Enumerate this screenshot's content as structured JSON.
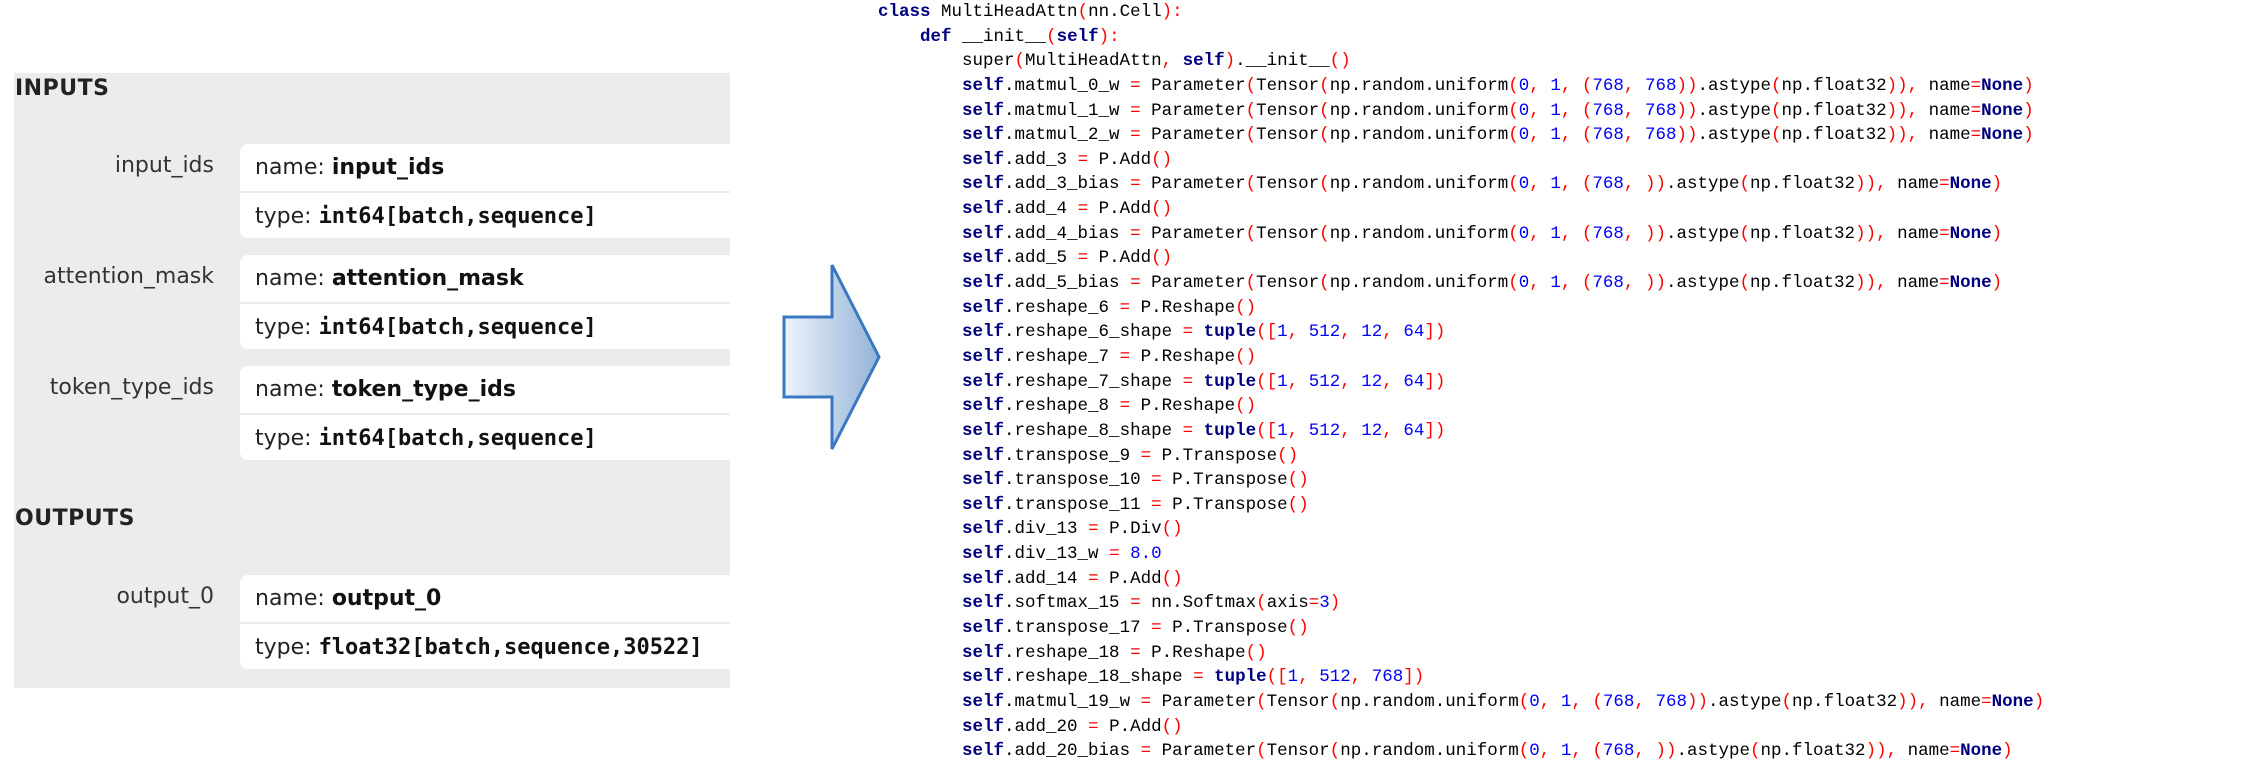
{
  "inputs": {
    "title": "INPUTS",
    "items": [
      {
        "label": "input_ids",
        "name_key": "name:",
        "name": "input_ids",
        "type_key": "type:",
        "type": "int64[batch,sequence]"
      },
      {
        "label": "attention_mask",
        "name_key": "name:",
        "name": "attention_mask",
        "type_key": "type:",
        "type": "int64[batch,sequence]"
      },
      {
        "label": "token_type_ids",
        "name_key": "name:",
        "name": "token_type_ids",
        "type_key": "type:",
        "type": "int64[batch,sequence]"
      }
    ]
  },
  "outputs": {
    "title": "OUTPUTS",
    "items": [
      {
        "label": "output_0",
        "name_key": "name:",
        "name": "output_0",
        "type_key": "type:",
        "type": "float32[batch,sequence,30522]"
      }
    ]
  },
  "arrow": {
    "fill_light": "#eef4fb",
    "fill_dark": "#93b3d8",
    "stroke": "#3a78c2"
  },
  "colors": {
    "keyword": "#000080",
    "operator": "#ff0000",
    "number": "#0000ff",
    "text": "#000000"
  },
  "code": {
    "lines": [
      "class MultiHeadAttn(nn.Cell):",
      "    def __init__(self):",
      "        super(MultiHeadAttn, self).__init__()",
      "        self.matmul_0_w = Parameter(Tensor(np.random.uniform(0, 1, (768, 768)).astype(np.float32)), name=None)",
      "        self.matmul_1_w = Parameter(Tensor(np.random.uniform(0, 1, (768, 768)).astype(np.float32)), name=None)",
      "        self.matmul_2_w = Parameter(Tensor(np.random.uniform(0, 1, (768, 768)).astype(np.float32)), name=None)",
      "        self.add_3 = P.Add()",
      "        self.add_3_bias = Parameter(Tensor(np.random.uniform(0, 1, (768, )).astype(np.float32)), name=None)",
      "        self.add_4 = P.Add()",
      "        self.add_4_bias = Parameter(Tensor(np.random.uniform(0, 1, (768, )).astype(np.float32)), name=None)",
      "        self.add_5 = P.Add()",
      "        self.add_5_bias = Parameter(Tensor(np.random.uniform(0, 1, (768, )).astype(np.float32)), name=None)",
      "        self.reshape_6 = P.Reshape()",
      "        self.reshape_6_shape = tuple([1, 512, 12, 64])",
      "        self.reshape_7 = P.Reshape()",
      "        self.reshape_7_shape = tuple([1, 512, 12, 64])",
      "        self.reshape_8 = P.Reshape()",
      "        self.reshape_8_shape = tuple([1, 512, 12, 64])",
      "        self.transpose_9 = P.Transpose()",
      "        self.transpose_10 = P.Transpose()",
      "        self.transpose_11 = P.Transpose()",
      "        self.div_13 = P.Div()",
      "        self.div_13_w = 8.0",
      "        self.add_14 = P.Add()",
      "        self.softmax_15 = nn.Softmax(axis=3)",
      "        self.transpose_17 = P.Transpose()",
      "        self.reshape_18 = P.Reshape()",
      "        self.reshape_18_shape = tuple([1, 512, 768])",
      "        self.matmul_19_w = Parameter(Tensor(np.random.uniform(0, 1, (768, 768)).astype(np.float32)), name=None)",
      "        self.add_20 = P.Add()",
      "        self.add_20_bias = Parameter(Tensor(np.random.uniform(0, 1, (768, )).astype(np.float32)), name=None)"
    ]
  }
}
